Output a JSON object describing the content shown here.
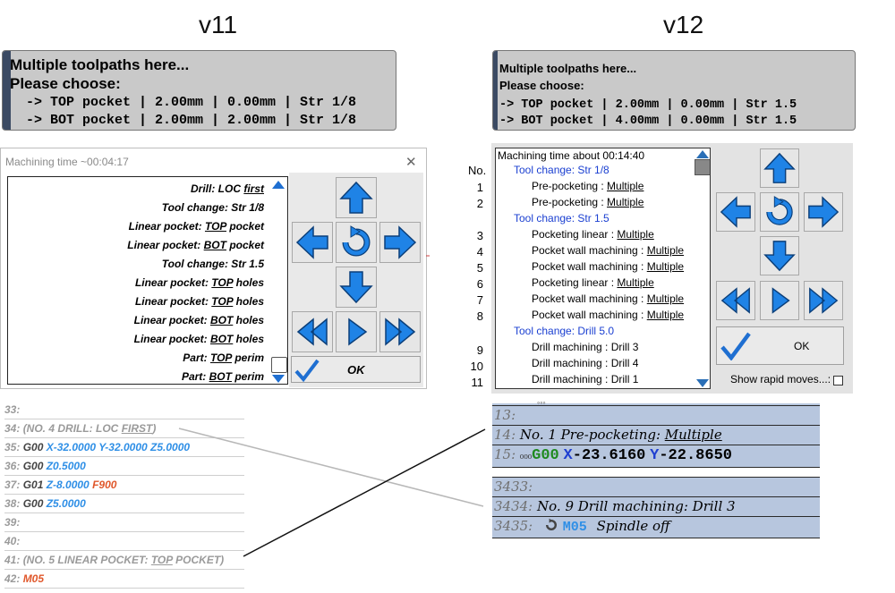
{
  "titles": {
    "v11": "v11",
    "v12": "v12"
  },
  "v11_status": {
    "line1": "Multiple toolpaths here...",
    "line2": "Please choose:",
    "line3": "  -> TOP pocket | 2.00mm | 0.00mm | Str 1/8",
    "line4": "  -> BOT pocket | 2.00mm | 2.00mm | Str 1/8"
  },
  "v12_status": {
    "line1": "Multiple toolpaths here...",
    "line2": "Please choose:",
    "line3": "-> TOP pocket | 2.00mm | 0.00mm | Str 1.5",
    "line4": "-> BOT pocket | 4.00mm | 0.00mm | Str 1.5"
  },
  "v11_dialog": {
    "title": "Machining time ~00:04:17",
    "close": "✕",
    "ok": "OK",
    "items": [
      {
        "pre": "Drill: LOC ",
        "u": "first",
        "post": ""
      },
      {
        "pre": "Tool change: Str 1/8",
        "u": "",
        "post": ""
      },
      {
        "pre": "Linear pocket: ",
        "u": "TOP",
        "post": " pocket"
      },
      {
        "pre": "Linear pocket: ",
        "u": "BOT",
        "post": " pocket"
      },
      {
        "pre": "Tool change: Str 1.5",
        "u": "",
        "post": ""
      },
      {
        "pre": "Linear pocket: ",
        "u": "TOP",
        "post": " holes"
      },
      {
        "pre": "Linear pocket: ",
        "u": "TOP",
        "post": " holes"
      },
      {
        "pre": "Linear pocket: ",
        "u": "BOT",
        "post": " holes"
      },
      {
        "pre": "Linear pocket: ",
        "u": "BOT",
        "post": " holes"
      },
      {
        "pre": "Part: ",
        "u": "TOP",
        "post": " perim"
      },
      {
        "pre": "Part: ",
        "u": "BOT",
        "post": " perim"
      }
    ]
  },
  "v12_dialog": {
    "title": "Machining time about 00:14:40",
    "no_header": "No.",
    "ok": "OK",
    "show_rapid": "Show rapid moves...:",
    "rows": [
      {
        "type": "tool",
        "text": "Tool change: Str 1/8",
        "no": ""
      },
      {
        "type": "op",
        "pre": "Pre-pocketing : ",
        "u": "Multiple",
        "no": "1"
      },
      {
        "type": "op",
        "pre": "Pre-pocketing : ",
        "u": "Multiple",
        "no": "2"
      },
      {
        "type": "tool",
        "text": "Tool change: Str 1.5",
        "no": ""
      },
      {
        "type": "op",
        "pre": "Pocketing linear : ",
        "u": "Multiple",
        "no": "3"
      },
      {
        "type": "op",
        "pre": "Pocket wall machining : ",
        "u": "Multiple",
        "no": "4"
      },
      {
        "type": "op",
        "pre": "Pocket wall machining : ",
        "u": "Multiple",
        "no": "5"
      },
      {
        "type": "op",
        "pre": "Pocketing linear : ",
        "u": "Multiple",
        "no": "6"
      },
      {
        "type": "op",
        "pre": "Pocket wall machining : ",
        "u": "Multiple",
        "no": "7"
      },
      {
        "type": "op",
        "pre": "Pocket wall machining : ",
        "u": "Multiple",
        "no": "8"
      },
      {
        "type": "tool",
        "text": "Tool change: Drill 5.0",
        "no": ""
      },
      {
        "type": "op",
        "pre": "Drill machining : Drill 3",
        "u": "",
        "no": "9"
      },
      {
        "type": "op",
        "pre": "Drill machining : Drill 4",
        "u": "",
        "no": "10"
      },
      {
        "type": "op",
        "pre": "Drill machining : Drill 1",
        "u": "",
        "no": "11"
      }
    ]
  },
  "v11_code": [
    {
      "n": "33:",
      "parts": []
    },
    {
      "n": "34:",
      "parts": [
        {
          "t": "(NO. 4 DRILL: LOC ",
          "c": "gray"
        },
        {
          "t": "FIRST",
          "c": "gray",
          "u": true
        },
        {
          "t": ")",
          "c": "gray"
        }
      ]
    },
    {
      "n": "35:",
      "parts": [
        {
          "t": "G00 ",
          "c": "dark"
        },
        {
          "t": "X-32.0000 Y-32.0000 Z5.0000",
          "c": "blue"
        }
      ]
    },
    {
      "n": "36:",
      "parts": [
        {
          "t": "G00 ",
          "c": "dark"
        },
        {
          "t": "Z0.5000",
          "c": "blue"
        }
      ]
    },
    {
      "n": "37:",
      "parts": [
        {
          "t": "G01 ",
          "c": "dark"
        },
        {
          "t": "Z-8.0000 ",
          "c": "blue"
        },
        {
          "t": "F900",
          "c": "red"
        }
      ]
    },
    {
      "n": "38:",
      "parts": [
        {
          "t": "G00 ",
          "c": "dark"
        },
        {
          "t": "Z5.0000",
          "c": "blue"
        }
      ]
    },
    {
      "n": "39:",
      "parts": []
    },
    {
      "n": "40:",
      "parts": []
    },
    {
      "n": "41:",
      "parts": [
        {
          "t": "(NO. 5 LINEAR POCKET: ",
          "c": "gray"
        },
        {
          "t": "TOP",
          "c": "gray",
          "u": true
        },
        {
          "t": " POCKET)",
          "c": "gray"
        }
      ]
    },
    {
      "n": "42:",
      "parts": [
        {
          "t": "M05",
          "c": "red"
        }
      ]
    }
  ],
  "v12_code_a": {
    "l13": "13:",
    "l14n": "14:",
    "l14t": "No. 1 Pre-pocketing: ",
    "l14u": "Multiple",
    "l15n": "15:",
    "l15dots": "₀₀₀",
    "l15g": "G00",
    "l15x": "X",
    "l15xv": "-23.6160",
    "l15y": "Y",
    "l15yv": "-22.8650"
  },
  "v12_code_b": {
    "l1": "3433:",
    "l2n": "3434:",
    "l2t": "No. 9 Drill machining: Drill 3",
    "l3n": "3435:",
    "l3m": "M05",
    "l3t": "Spindle off"
  },
  "colors": {
    "accent_blue": "#1f6fd1",
    "tool_change_blue": "#1a3fd1",
    "code_panel": "#b7c6de"
  }
}
